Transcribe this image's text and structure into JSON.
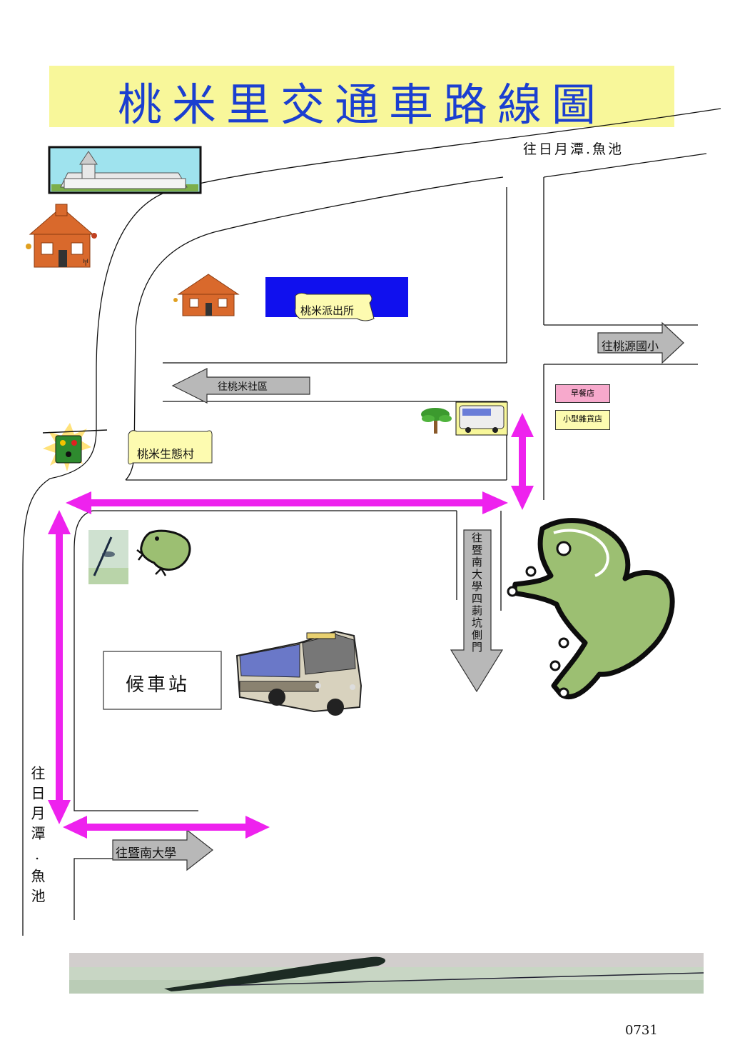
{
  "title": "桃米里交通車路線圖",
  "labels": {
    "to_sun_moon_lake_top": "往日月潭.魚池",
    "to_taoyuan_school": "往桃源國小",
    "to_taomi_community": "往桃米社區",
    "police_station": "桃米派出所",
    "eco_village": "桃米生態村",
    "breakfast_shop": "早餐店",
    "grocery_shop": "小型雜貨店",
    "to_jinan_side_gate": "往暨南大學四莿坑側門",
    "bus_stop": "候車站",
    "to_sun_moon_lake_left": "往日月潭.魚池",
    "to_jinan_university": "往暨南大學"
  },
  "icons": [
    "church-icon",
    "schoolhouse-icon",
    "schoolhouse-icon",
    "traffic-light-icon",
    "tree-icon",
    "bus-icon",
    "bus-icon",
    "dragonfly-icon",
    "frog-icon",
    "frog-icon",
    "damselfly-banner-icon"
  ],
  "colors": {
    "title_band": "#f8f79a",
    "title_text": "#1b3fd0",
    "route_arrow": "#ee22ee",
    "direction_arrow": "#b8b8b8",
    "police_block": "#1010ee",
    "scroll_label": "#fdfbb0",
    "breakfast_sign": "#f7a9cc",
    "grocery_sign": "#fdfbb0",
    "frog_green": "#9cbf72"
  },
  "page_number": "0731"
}
